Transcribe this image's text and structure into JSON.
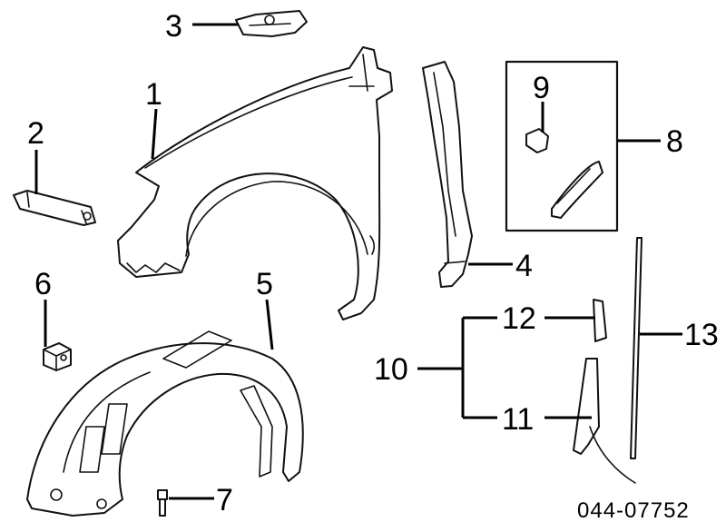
{
  "diagram": {
    "callouts": [
      {
        "id": "1",
        "label": "1"
      },
      {
        "id": "2",
        "label": "2"
      },
      {
        "id": "3",
        "label": "3"
      },
      {
        "id": "4",
        "label": "4"
      },
      {
        "id": "5",
        "label": "5"
      },
      {
        "id": "6",
        "label": "6"
      },
      {
        "id": "7",
        "label": "7"
      },
      {
        "id": "8",
        "label": "8"
      },
      {
        "id": "9",
        "label": "9"
      },
      {
        "id": "10",
        "label": "10"
      },
      {
        "id": "11",
        "label": "11"
      },
      {
        "id": "12",
        "label": "12"
      },
      {
        "id": "13",
        "label": "13"
      }
    ],
    "part_code": "044-07752"
  }
}
